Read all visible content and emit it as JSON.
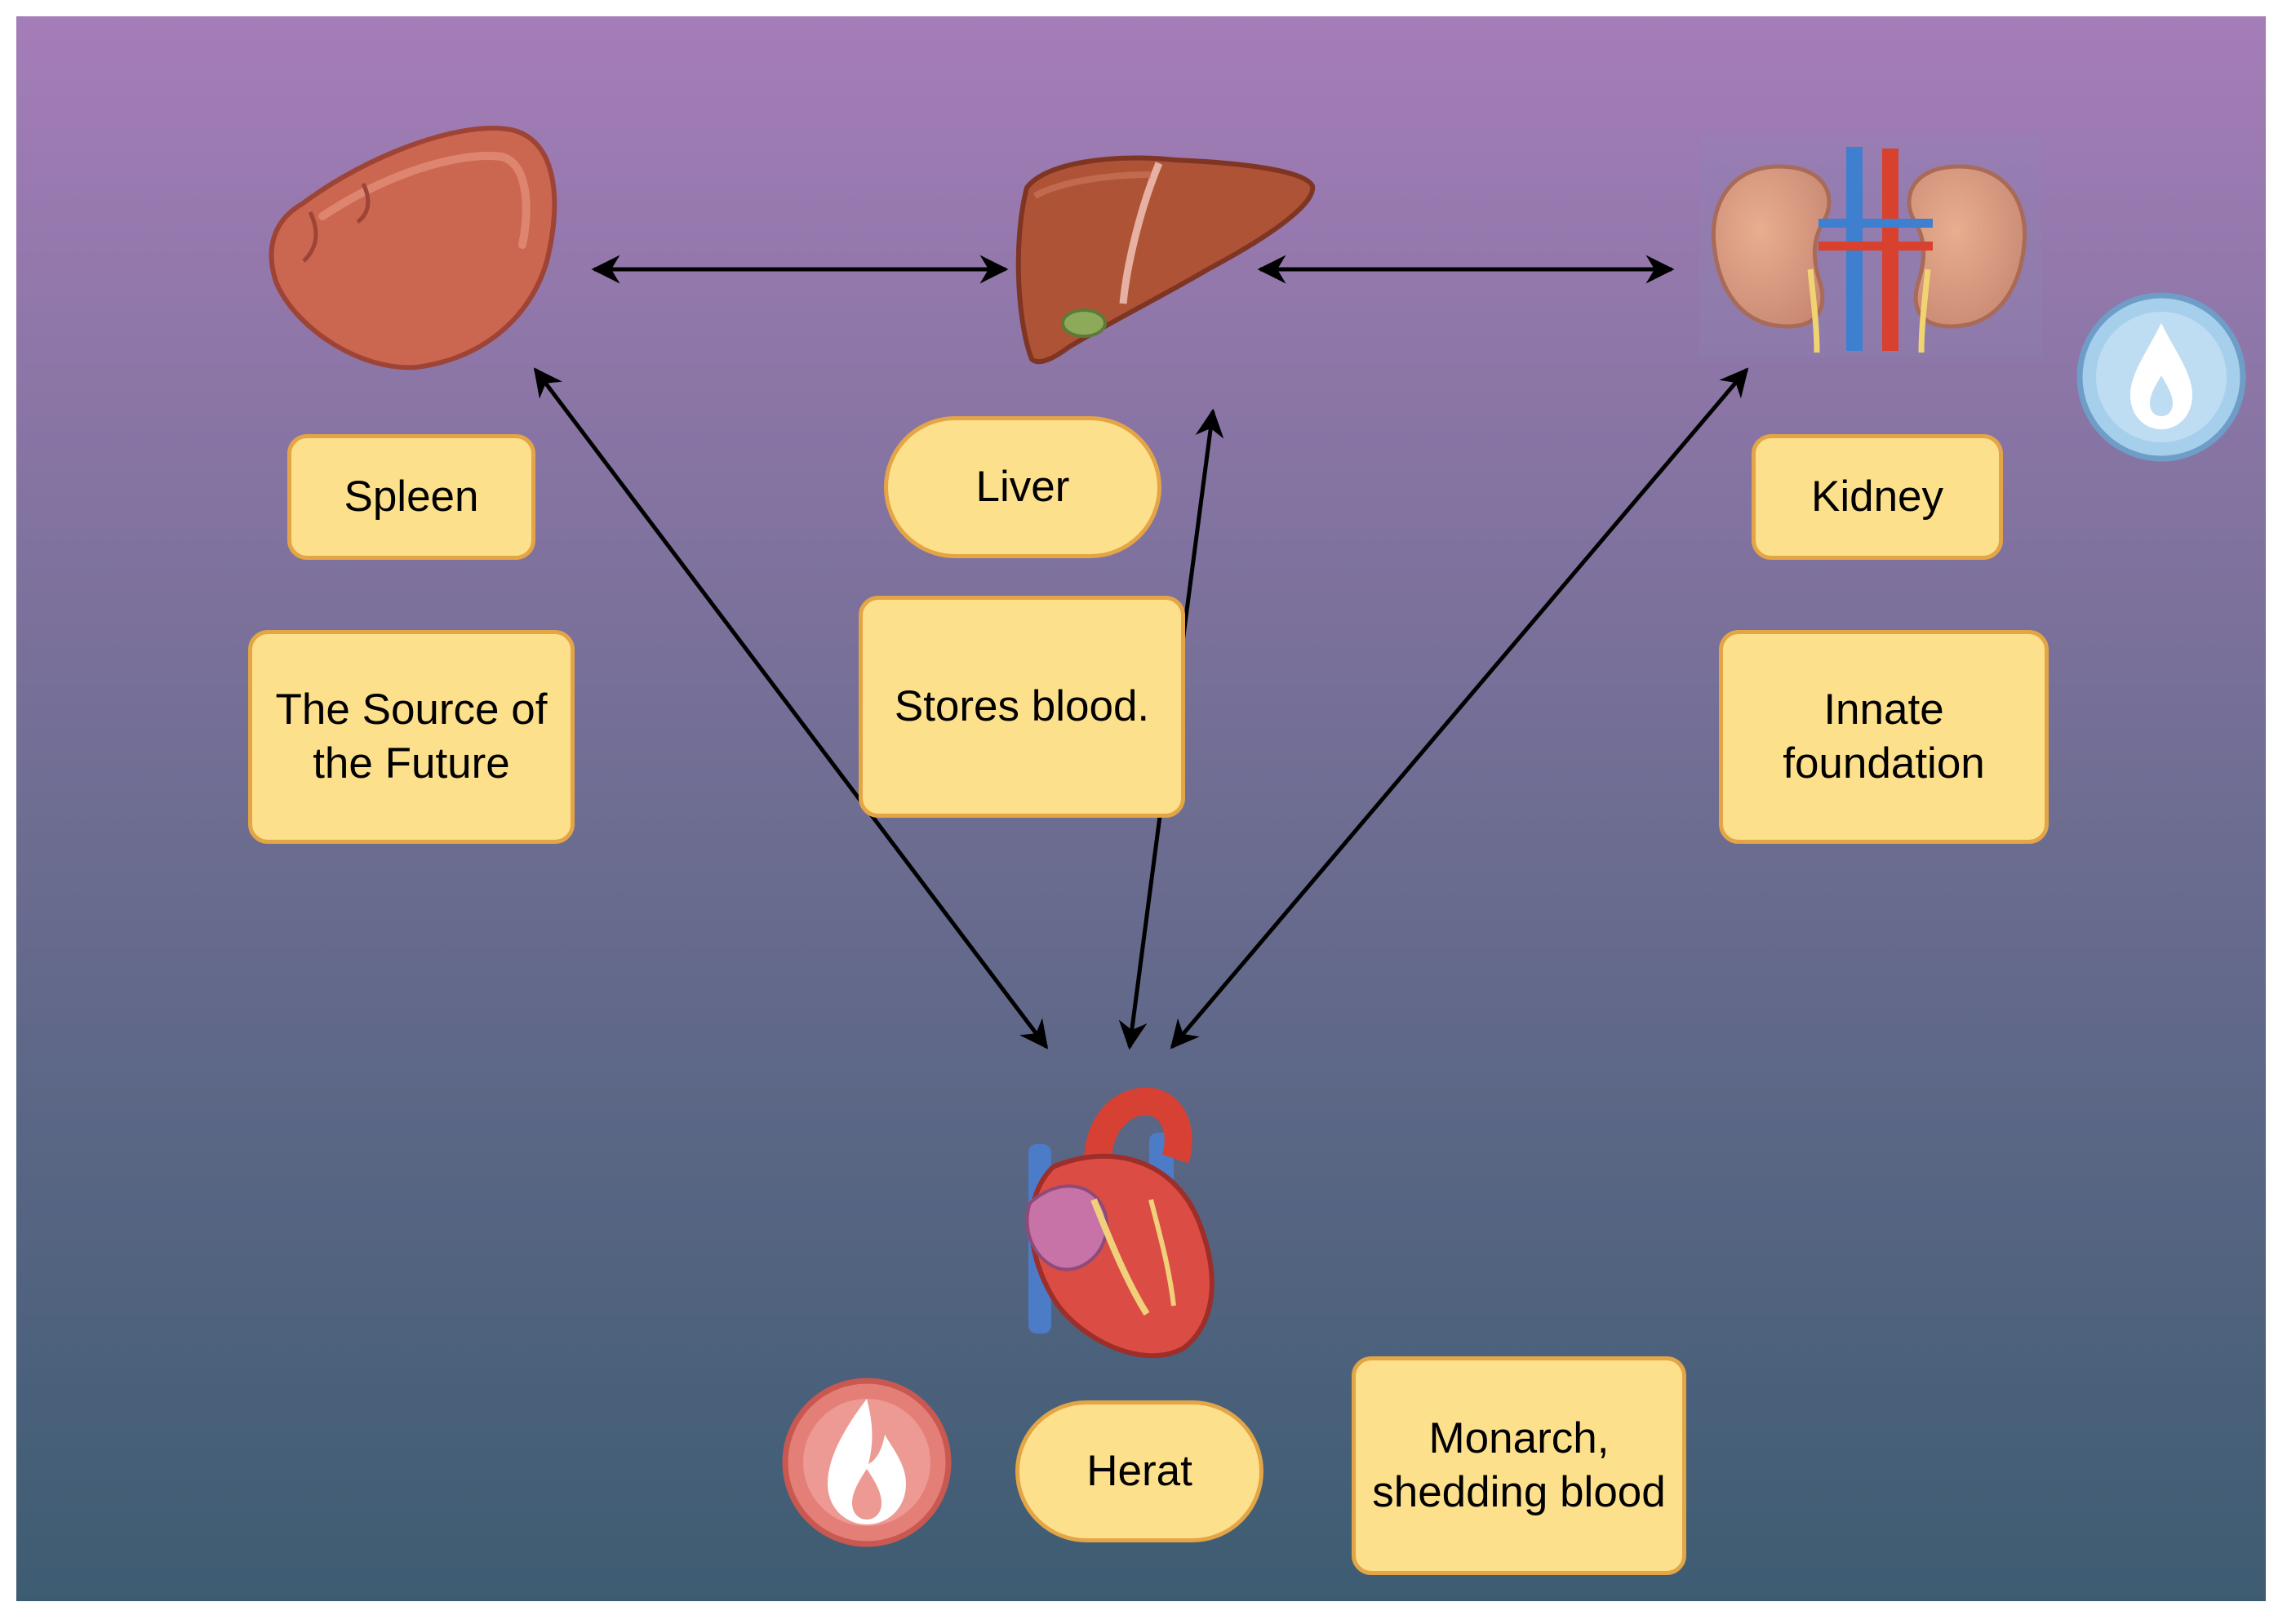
{
  "colors": {
    "bg_top": "#A57DB8",
    "bg_bottom": "#3D5C72",
    "box_fill": "#FDE08B",
    "box_border": "#E3A545",
    "arrow": "#000000"
  },
  "organs": [
    {
      "id": "spleen",
      "label": "Spleen",
      "description": "The Source of the Future",
      "icon": "spleen-icon"
    },
    {
      "id": "liver",
      "label": "Liver",
      "description": "Stores blood.",
      "icon": "liver-icon"
    },
    {
      "id": "kidney",
      "label": "Kidney",
      "description": "Innate foundation",
      "icon": "kidney-icon",
      "badge": "water-drop-icon"
    },
    {
      "id": "heart",
      "label": "Herat",
      "description": "Monarch, shedding blood",
      "icon": "heart-icon",
      "badge": "fire-icon"
    }
  ],
  "connections": [
    {
      "from": "spleen",
      "to": "liver",
      "type": "bidirectional"
    },
    {
      "from": "liver",
      "to": "kidney",
      "type": "bidirectional"
    },
    {
      "from": "spleen",
      "to": "heart",
      "type": "bidirectional"
    },
    {
      "from": "liver",
      "to": "heart",
      "type": "bidirectional"
    },
    {
      "from": "kidney",
      "to": "heart",
      "type": "bidirectional"
    }
  ]
}
